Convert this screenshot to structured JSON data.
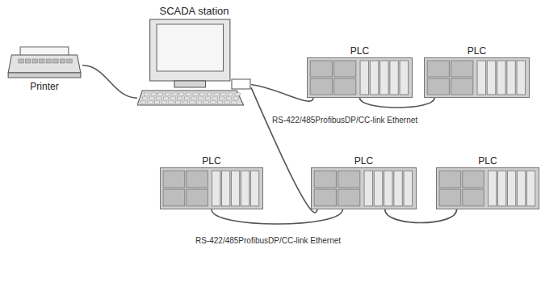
{
  "diagram": {
    "nodes": [
      {
        "text": [
          "SCADA station"
        ]
      },
      {
        "text": [
          "Printer"
        ]
      },
      {
        "text": [
          "PLC"
        ]
      },
      {
        "text": [
          "PLC"
        ]
      },
      {
        "text": [
          "PLC"
        ]
      },
      {
        "text": [
          "PLC"
        ]
      },
      {
        "text": [
          "PLC"
        ]
      }
    ],
    "edges": [
      {
        "from": 1,
        "to": 0,
        "arrow": "none"
      },
      {
        "from": 0,
        "to": 2,
        "arrow": "none"
      },
      {
        "from": 2,
        "to": 3,
        "arrow": "none"
      },
      {
        "from": 0,
        "to": 5,
        "arrow": "none"
      },
      {
        "from": 4,
        "to": 5,
        "arrow": "none"
      },
      {
        "from": 5,
        "to": 6,
        "arrow": "none"
      }
    ],
    "labels": [
      "RS-422/485ProfibusDP/CC-link Ethernet",
      "RS-422/485ProfibusDP/CC-link Ethernet"
    ]
  }
}
